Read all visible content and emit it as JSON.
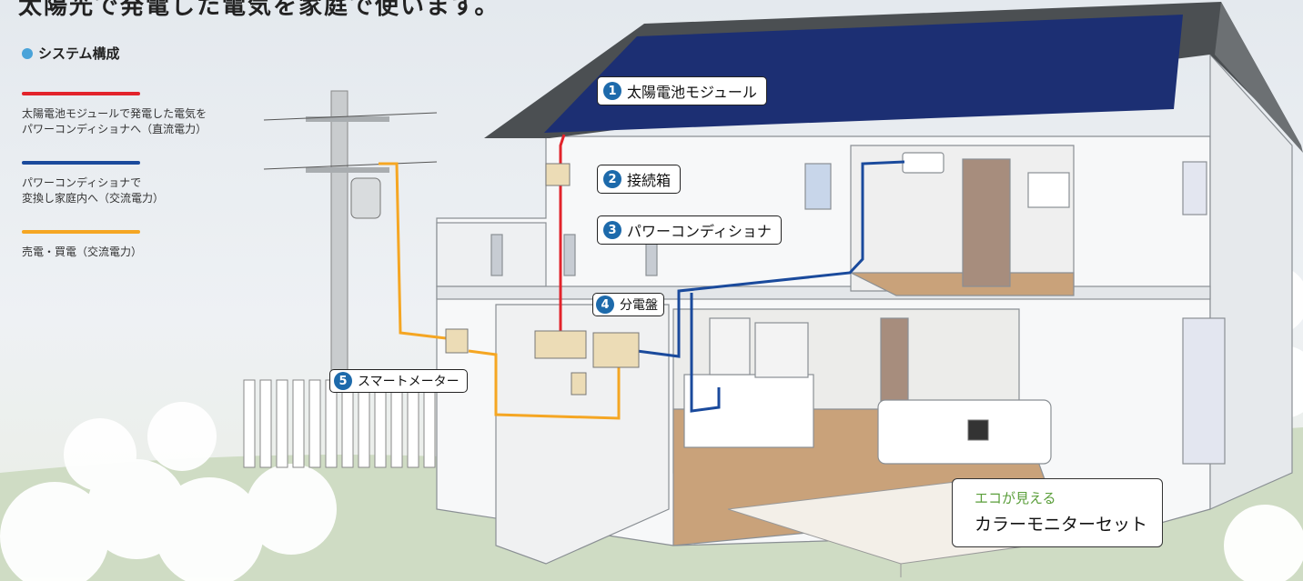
{
  "header": {
    "partial_text": "太陽光で発電した電気を家庭で使います。"
  },
  "legend": {
    "title": "システム構成",
    "items": [
      {
        "color": "#e2232b",
        "text": "太陽電池モジュールで発電した電気を\nパワーコンディショナへ（直流電力）"
      },
      {
        "color": "#1a4a9c",
        "text": "パワーコンディショナで\n変換し家庭内へ（交流電力）"
      },
      {
        "color": "#f5a623",
        "text": "売電・買電（交流電力）"
      }
    ]
  },
  "labels": [
    {
      "number": "1",
      "text": "太陽電池モジュール"
    },
    {
      "number": "2",
      "text": "接続箱"
    },
    {
      "number": "3",
      "text": "パワーコンディショナ"
    },
    {
      "number": "4",
      "text": "分電盤"
    },
    {
      "number": "5",
      "text": "スマートメーター"
    }
  ],
  "callout": {
    "subtitle": "エコが見える",
    "title": "カラーモニターセット"
  },
  "colors": {
    "dc_line": "#e2232b",
    "ac_line": "#1a4a9c",
    "grid_line": "#f5a623",
    "number_badge": "#1d6aab",
    "accent_dot": "#4aa3d9",
    "callout_green": "#5a9e3a"
  }
}
